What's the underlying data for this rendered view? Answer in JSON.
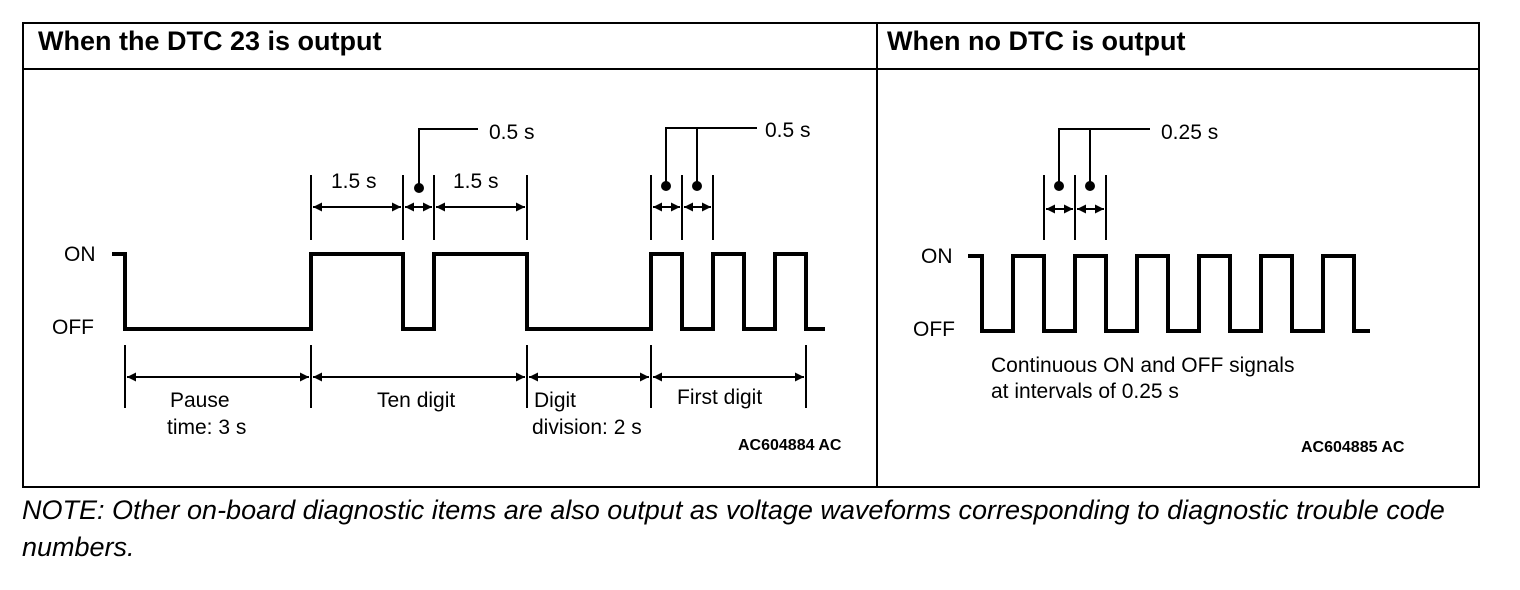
{
  "left_panel": {
    "header": "When the DTC 23 is output",
    "on_label": "ON",
    "off_label": "OFF",
    "timing": {
      "pulse_label_1": "1.5 s",
      "gap_label": "0.5 s",
      "pulse_label_2": "1.5 s",
      "first_digit_label": "0.5 s"
    },
    "segments": {
      "pause_line1": "Pause",
      "pause_line2": "time: 3 s",
      "ten_digit": "Ten digit",
      "division_line1": "Digit",
      "division_line2": "division: 2 s",
      "first_digit": "First digit"
    },
    "code": "AC604884 AC"
  },
  "right_panel": {
    "header": "When no DTC is output",
    "on_label": "ON",
    "off_label": "OFF",
    "interval_label": "0.25 s",
    "desc_line1": "Continuous ON and OFF signals",
    "desc_line2": "at intervals of 0.25 s",
    "code": "AC604885 AC"
  },
  "note": "NOTE: Other on-board diagnostic items are also output as voltage waveforms corresponding to diagnostic trouble code numbers."
}
